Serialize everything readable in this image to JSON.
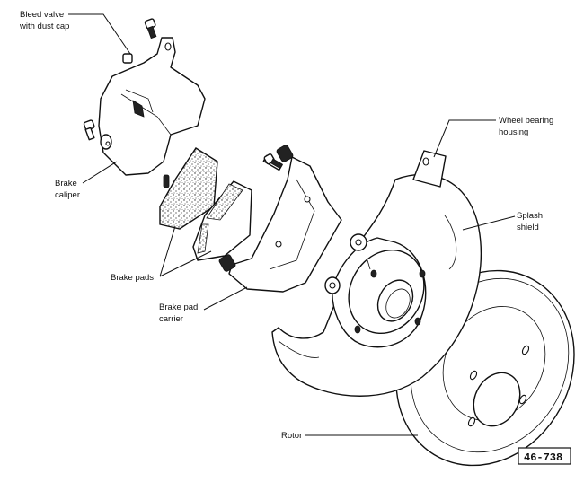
{
  "diagram": {
    "title": "Front brake assembly exploded view",
    "figure_number": "46-738",
    "labels": [
      {
        "id": "bleed-valve",
        "text_lines": [
          "Bleed valve",
          "with dust cap"
        ]
      },
      {
        "id": "brake-caliper",
        "text_lines": [
          "Brake",
          "caliper"
        ]
      },
      {
        "id": "brake-pads",
        "text_lines": [
          "Brake pads"
        ]
      },
      {
        "id": "brake-pad-carrier",
        "text_lines": [
          "Brake pad",
          "carrier"
        ]
      },
      {
        "id": "wheel-bearing-housing",
        "text_lines": [
          "Wheel bearing",
          "housing"
        ]
      },
      {
        "id": "splash-shield",
        "text_lines": [
          "Splash",
          "shield"
        ]
      },
      {
        "id": "rotor",
        "text_lines": [
          "Rotor"
        ]
      }
    ]
  }
}
